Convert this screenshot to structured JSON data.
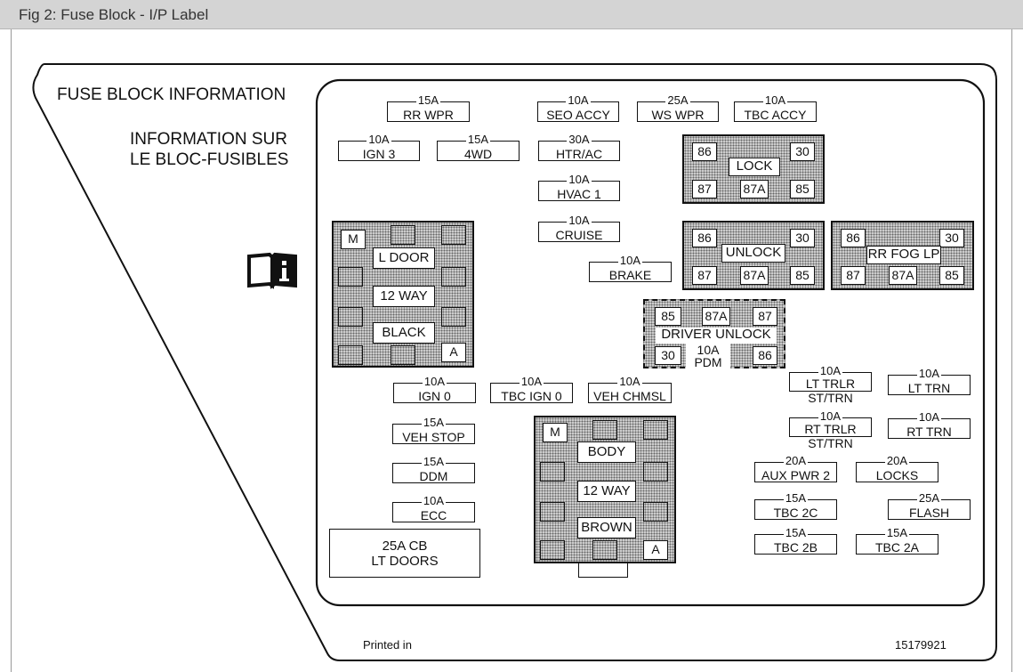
{
  "window": {
    "title": "Fig 2: Fuse Block - I/P Label"
  },
  "panel": {
    "heading_en": "FUSE BLOCK INFORMATION",
    "heading_fr_1": "INFORMATION SUR",
    "heading_fr_2": "LE BLOC-FUSIBLES",
    "footer_left": "Printed in",
    "footer_right": "15179921",
    "manual_icon": "manual-info-icon"
  },
  "fuses": {
    "rr_wpr": {
      "amp": "15A",
      "name": "RR WPR"
    },
    "seo_accy": {
      "amp": "10A",
      "name": "SEO ACCY"
    },
    "ws_wpr": {
      "amp": "25A",
      "name": "WS WPR"
    },
    "tbc_accy": {
      "amp": "10A",
      "name": "TBC ACCY"
    },
    "ign3": {
      "amp": "10A",
      "name": "IGN 3"
    },
    "fwd": {
      "amp": "15A",
      "name": "4WD"
    },
    "htr_ac": {
      "amp": "30A",
      "name": "HTR/AC"
    },
    "hvac1": {
      "amp": "10A",
      "name": "HVAC 1"
    },
    "cruise": {
      "amp": "10A",
      "name": "CRUISE"
    },
    "brake": {
      "amp": "10A",
      "name": "BRAKE"
    },
    "ign0": {
      "amp": "10A",
      "name": "IGN 0"
    },
    "tbc_ign0": {
      "amp": "10A",
      "name": "TBC IGN 0"
    },
    "veh_chmsl": {
      "amp": "10A",
      "name": "VEH CHMSL"
    },
    "veh_stop": {
      "amp": "15A",
      "name": "VEH STOP"
    },
    "ddm": {
      "amp": "15A",
      "name": "DDM"
    },
    "ecc": {
      "amp": "10A",
      "name": "ECC"
    },
    "lt_trlr": {
      "amp": "10A",
      "name1": "LT TRLR",
      "name2": "ST/TRN"
    },
    "lt_trn": {
      "amp": "10A",
      "name": "LT TRN"
    },
    "rt_trlr": {
      "amp": "10A",
      "name1": "RT TRLR",
      "name2": "ST/TRN"
    },
    "rt_trn": {
      "amp": "10A",
      "name": "RT TRN"
    },
    "aux_pwr2": {
      "amp": "20A",
      "name": "AUX PWR 2"
    },
    "locks": {
      "amp": "20A",
      "name": "LOCKS"
    },
    "tbc2c": {
      "amp": "15A",
      "name": "TBC 2C"
    },
    "flash": {
      "amp": "25A",
      "name": "FLASH"
    },
    "tbc2b": {
      "amp": "15A",
      "name": "TBC 2B"
    },
    "tbc2a": {
      "amp": "15A",
      "name": "TBC 2A"
    }
  },
  "relays": {
    "lock": {
      "label": "LOCK",
      "p86": "86",
      "p30": "30",
      "p87": "87",
      "p87a": "87A",
      "p85": "85"
    },
    "unlock": {
      "label": "UNLOCK",
      "p86": "86",
      "p30": "30",
      "p87": "87",
      "p87a": "87A",
      "p85": "85"
    },
    "rr_fog": {
      "label": "RR FOG LP",
      "p86": "86",
      "p30": "30",
      "p87": "87",
      "p87a": "87A",
      "p85": "85"
    },
    "driver_unlock": {
      "label": "DRIVER UNLOCK",
      "p85": "85",
      "p87a": "87A",
      "p87": "87",
      "p30": "30",
      "p86": "86",
      "pdm_amp": "10A",
      "pdm_name": "PDM"
    }
  },
  "connectors": {
    "door": {
      "m": "M",
      "a": "A",
      "line1": "L DOOR",
      "line2": "12 WAY",
      "line3": "BLACK"
    },
    "body": {
      "m": "M",
      "a": "A",
      "line1": "BODY",
      "line2": "12 WAY",
      "line3": "BROWN"
    }
  },
  "circuit_breaker": {
    "line1": "25A CB",
    "line2": "LT DOORS"
  }
}
